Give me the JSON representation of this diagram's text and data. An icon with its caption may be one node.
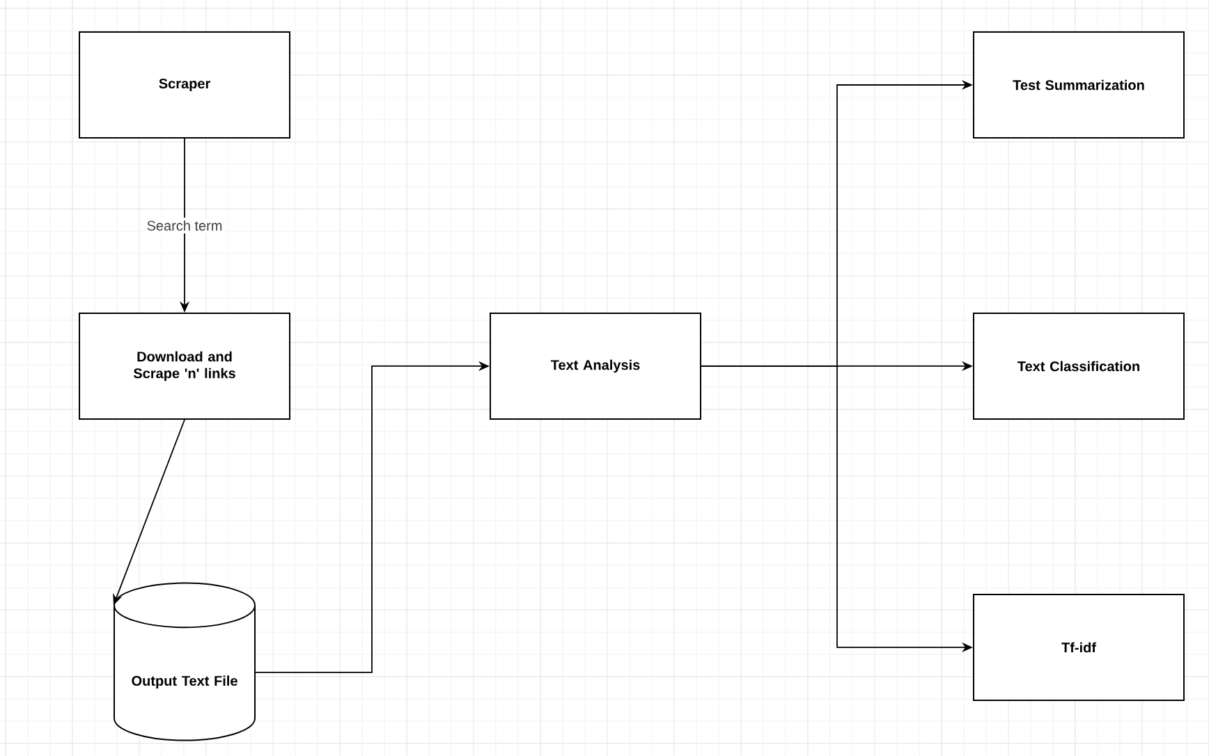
{
  "diagram": {
    "nodes": [
      {
        "text": [
          "Scraper"
        ]
      },
      {
        "text": [
          "Download and Scrape 'n' links"
        ]
      },
      {
        "text": [
          "Output Text File"
        ]
      },
      {
        "text": [
          "Text Analysis"
        ]
      },
      {
        "text": [
          "Test Summarization"
        ]
      },
      {
        "text": [
          "Text Classification"
        ]
      },
      {
        "text": [
          "Tf-idf"
        ]
      }
    ],
    "edges": [
      {
        "from": 0,
        "to": 1,
        "arrow": "to",
        "label": "Search term"
      },
      {
        "from": 1,
        "to": 2,
        "arrow": "to"
      },
      {
        "from": 2,
        "to": 3,
        "arrow": "to"
      },
      {
        "from": 3,
        "to": 4,
        "arrow": "to"
      },
      {
        "from": 3,
        "to": 5,
        "arrow": "to"
      },
      {
        "from": 3,
        "to": 6,
        "arrow": "to"
      }
    ]
  }
}
